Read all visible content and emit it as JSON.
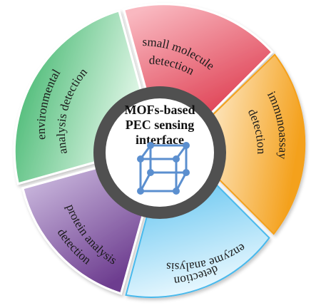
{
  "diagram": {
    "center": {
      "lines": [
        "MOFs-based",
        "PEC sensing",
        "interface"
      ],
      "icon": "cube-lattice-icon"
    },
    "segments": [
      {
        "id": "small-molecule",
        "lines": [
          "small molecule",
          "detection"
        ],
        "colors": {
          "light": "#f6a3ae",
          "dark": "#dc3448"
        }
      },
      {
        "id": "immunoassay",
        "lines": [
          "immunoassay",
          "detection"
        ],
        "colors": {
          "light": "#ffe3b5",
          "dark": "#f4a11d"
        }
      },
      {
        "id": "enzyme",
        "lines": [
          "enzyme analysis",
          "detection"
        ],
        "colors": {
          "light": "#d7f2fd",
          "dark": "#49b9ec"
        }
      },
      {
        "id": "protein",
        "lines": [
          "protein analysis",
          "detection"
        ],
        "colors": {
          "light": "#c7b6dc",
          "dark": "#6d3d8f"
        }
      },
      {
        "id": "environmental",
        "lines": [
          "environmental",
          "analysis detection"
        ],
        "colors": {
          "light": "#c9efd3",
          "dark": "#30b061"
        }
      }
    ]
  }
}
